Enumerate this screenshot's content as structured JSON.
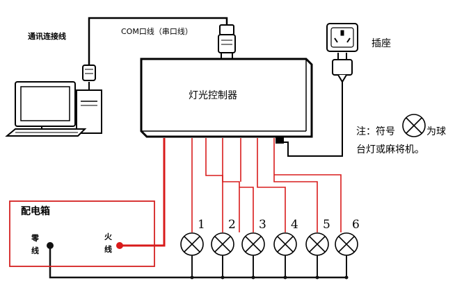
{
  "labels": {
    "comm_cable": "通讯连接线",
    "com_cable": "COM口线（串口线）",
    "socket": "插座",
    "controller": "灯光控制器",
    "note_prefix": "注：符号",
    "note_suffix": "为球",
    "note_line2": "台灯或麻将机。",
    "dist_box": "配电箱",
    "neutral_1": "零",
    "neutral_2": "线",
    "live_1": "火",
    "live_2": "线"
  },
  "lamps": [
    {
      "number": "1"
    },
    {
      "number": "2"
    },
    {
      "number": "3"
    },
    {
      "number": "4"
    },
    {
      "number": "5"
    },
    {
      "number": "6"
    }
  ],
  "colors": {
    "wire_red": "#d81b1b",
    "wire_black": "#111111",
    "box_border": "#d42020",
    "controller_fill": "#ffffff"
  }
}
